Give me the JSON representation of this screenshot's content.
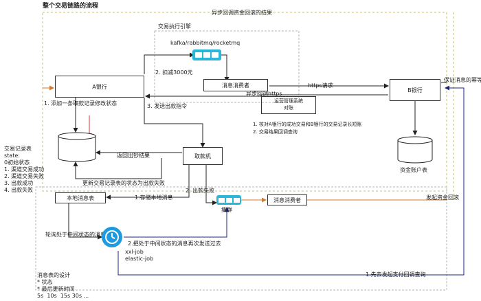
{
  "title": "整个交易链路的流程",
  "labels": {
    "async_callback_result": "异步回调资金回滚的结果",
    "engine_title": "交易执行引擎",
    "mq_names": "kafka/rabbitmq/rocketmq",
    "deduct": "2. 扣减3000元",
    "step1": "1. 添加一条取款记录修改状态",
    "step3": "3. 发送出款指令",
    "return_result": "返回出钞结果",
    "update_record": "更新交易记录表的状态为出款失败",
    "save_local": "1.存储本地消息",
    "step2_fail": "2. 出款失败",
    "cluster": "集群",
    "async_https": "异步回调https",
    "https_request": "https请求",
    "ensure_msg": "保证消息的幂等",
    "initiate_rollback": "发起资金回滚",
    "poll_msg": "轮询处于中间状态的消息",
    "resend": "2.把处于中间状态的消息再次发送过去",
    "pay_query": "1.先去发起支付回调查询",
    "job_names": "xxl-job\nelastic-job"
  },
  "boxes": {
    "a_bank": "A银行",
    "b_bank": "B银行",
    "consumer_top": "消息消费者",
    "atm": "取款机",
    "local_msg": "本地消息表",
    "consumer_bottom": "消息消费者",
    "fund_account": "资金账户表"
  },
  "ops": {
    "title": "运营管理系统\n对账",
    "items": "1. 核对A银行的成功交易和B银行的交易记录长短账\n2. 交易结果回调查询"
  },
  "record_table": {
    "text": "交易记录表\nstate:\n0初始状态\n1. 渠道交易成功\n2. 渠道交易失败\n3. 出款成功\n4. 出款失败"
  },
  "msg_table_design": {
    "text": "消息表的设计\n* 状态\n* 最后更新时间\n5s  10s  15s 30s ..."
  },
  "colors": {
    "dashed_green": "#c9c26b",
    "dashed_gray": "#b5b5b5",
    "orange": "#d2792a",
    "red": "#e03030",
    "navy": "#1a237e",
    "mq": "#29b6d8",
    "job": "#1e9be0"
  }
}
